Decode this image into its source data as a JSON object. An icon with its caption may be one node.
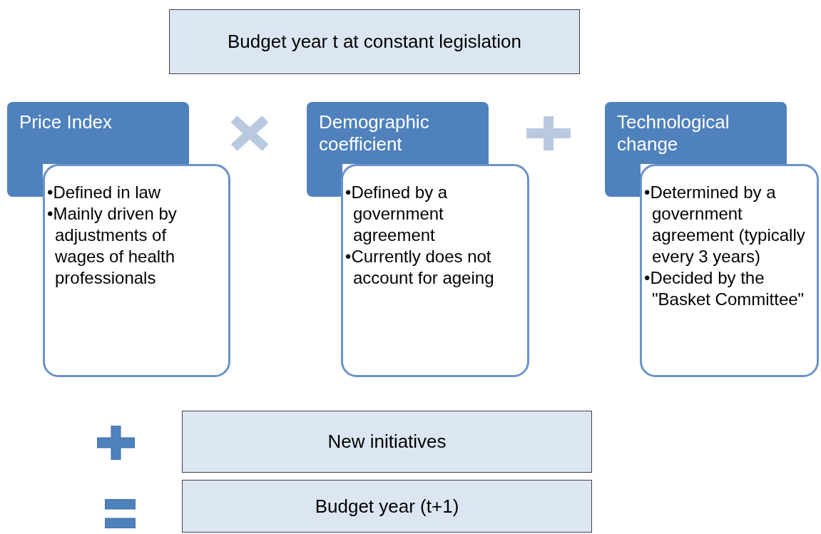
{
  "diagram": {
    "nodes": [
      {
        "text": [
          "Budget year t at constant legislation"
        ]
      },
      {
        "text": [
          "Price Index"
        ]
      },
      {
        "text": [
          "•Defined in law",
          "•Mainly driven by adjustments of wages of health professionals"
        ]
      },
      {
        "text": [
          "Demographic coefficient"
        ]
      },
      {
        "text": [
          "•Defined by a government agreement",
          "•Currently does not account for ageing"
        ]
      },
      {
        "text": [
          "Technological change"
        ]
      },
      {
        "text": [
          "•Determined by a government agreement (typically every 3 years)",
          "•Decided by the \"Basket Committee\""
        ]
      },
      {
        "text": [
          "New initiatives"
        ]
      },
      {
        "text": [
          "Budget year (t+1)"
        ]
      }
    ],
    "edges": []
  }
}
